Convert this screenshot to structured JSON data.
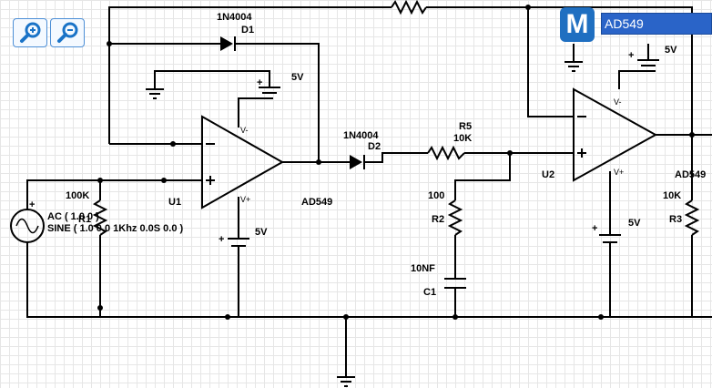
{
  "toolbar": {
    "zoom_in_icon": "zoom-in-icon",
    "zoom_out_icon": "zoom-out-icon"
  },
  "property_editor": {
    "logo_letter": "M",
    "value": "AD549"
  },
  "labels": {
    "d1_part": "1N4004",
    "d1_ref": "D1",
    "d2_part": "1N4004",
    "d2_ref": "D2",
    "r5_ref": "R5",
    "r5_value": "10K",
    "r1_value": "100K",
    "r1_ref": "R1",
    "r2_value": "100",
    "r2_ref": "R2",
    "c1_value": "10NF",
    "c1_ref": "C1",
    "r3_value": "10K",
    "r3_ref": "R3",
    "u1_ref": "U1",
    "u1_part": "AD549",
    "u2_ref": "U2",
    "u2_part": "AD549",
    "bat_u1_top": "5V",
    "bat_u1_bottom": "5V",
    "bat_u2_top": "5V",
    "bat_u2_bottom": "5V",
    "src_line1": "AC ( 1.0 0 )",
    "src_line2": "SINE ( 1.0 0.0 1Khz 0.0S 0.0 )",
    "opamp_vminus": "V-",
    "opamp_vplus": "V+"
  }
}
